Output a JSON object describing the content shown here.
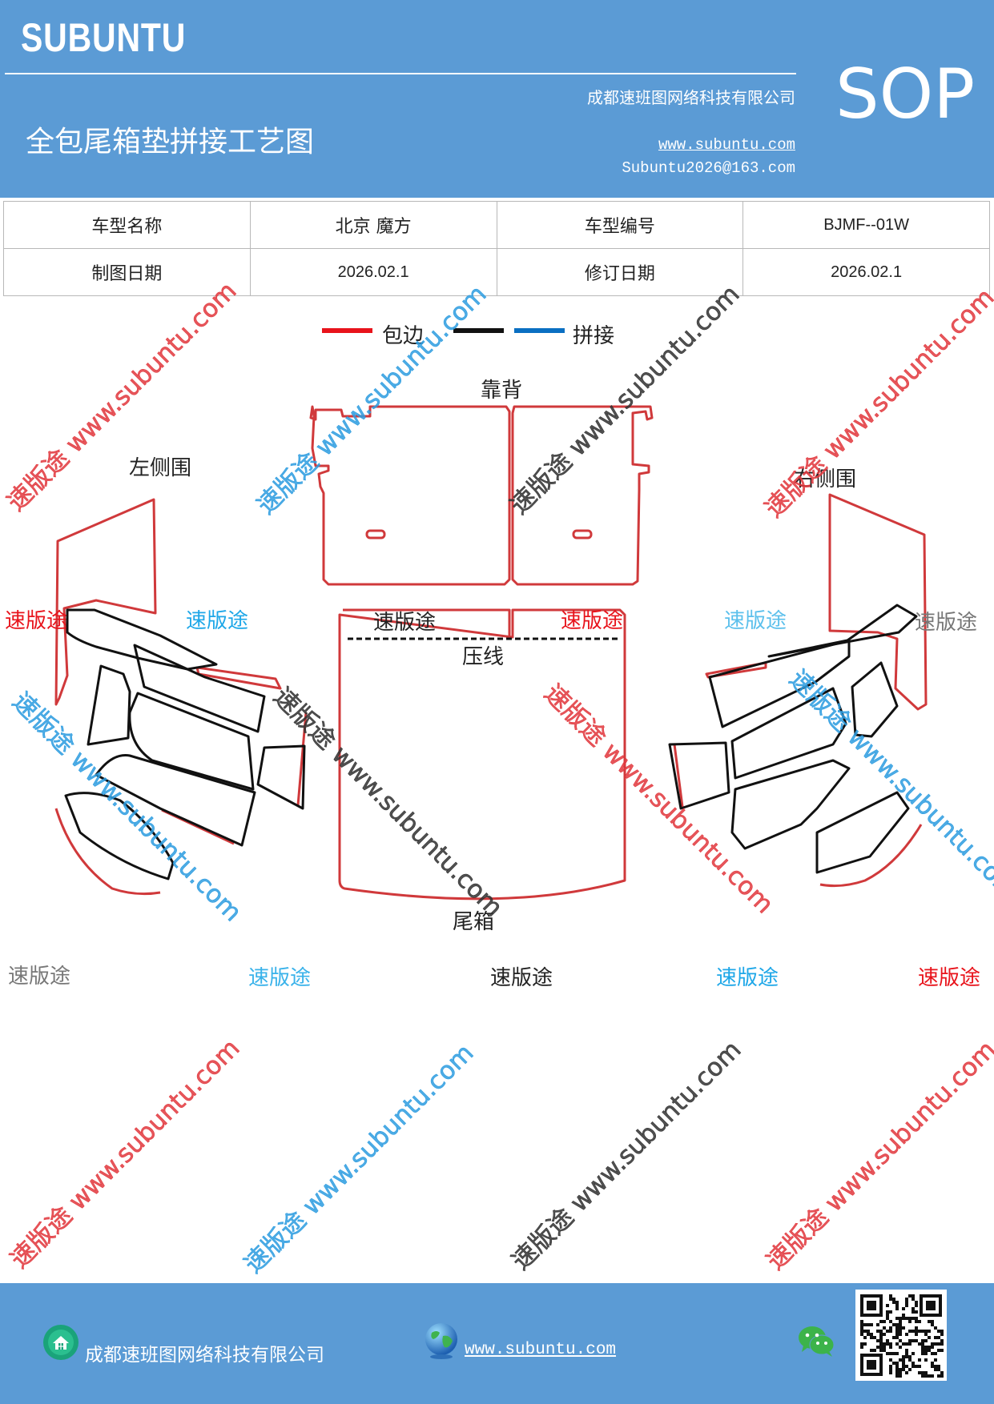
{
  "header": {
    "logo": "SUBUNTU",
    "company": "成都速班图网络科技有限公司",
    "title": "全包尾箱垫拼接工艺图",
    "website": "www.subuntu.com",
    "email": "Subuntu2026@163.com",
    "badge": "SOP"
  },
  "info_table": {
    "row1": [
      {
        "label": "车型名称",
        "value": "北京 魔方"
      },
      {
        "label": "车型编号",
        "value": "BJMF--01W"
      }
    ],
    "row2": [
      {
        "label": "制图日期",
        "value": "2026.02.1"
      },
      {
        "label": "修订日期",
        "value": "2026.02.1"
      }
    ]
  },
  "legend": {
    "items": [
      {
        "label": "包边",
        "color": "#e8131b"
      },
      {
        "label": "",
        "color": "#111111"
      },
      {
        "label": "拼接",
        "color": "#0a6fc2"
      }
    ]
  },
  "diagram": {
    "label_backrest": "靠背",
    "label_left": "左侧围",
    "label_right": "右侧围",
    "label_crease": "压线",
    "label_trunk": "尾箱",
    "edge_color": "#d0393b",
    "seam_color": "#111111"
  },
  "brand_marks": {
    "text": "速版途",
    "row1": [
      {
        "color": "#e8131b"
      },
      {
        "color": "#1ea7e8"
      },
      {
        "color": "#222222"
      },
      {
        "color": "#e8131b"
      },
      {
        "color": "#5cc0ec"
      },
      {
        "color": "#777777"
      }
    ],
    "row2": [
      {
        "color": "#777777"
      },
      {
        "color": "#39b2ea"
      },
      {
        "color": "#222222"
      },
      {
        "color": "#1ea7e8"
      },
      {
        "color": "#e8131b"
      }
    ]
  },
  "watermark": {
    "text": "速版途 www.subuntu.com",
    "colors": {
      "red": "#e23a3f",
      "blue": "#2f9de0",
      "dark": "#333333"
    }
  },
  "footer": {
    "company": "成都速班图网络科技有限公司",
    "website": "www.subuntu.com ",
    "home_icon": "home-icon",
    "globe_icon": "globe-icon",
    "wechat_icon": "wechat-icon",
    "qr": "qr-code"
  }
}
